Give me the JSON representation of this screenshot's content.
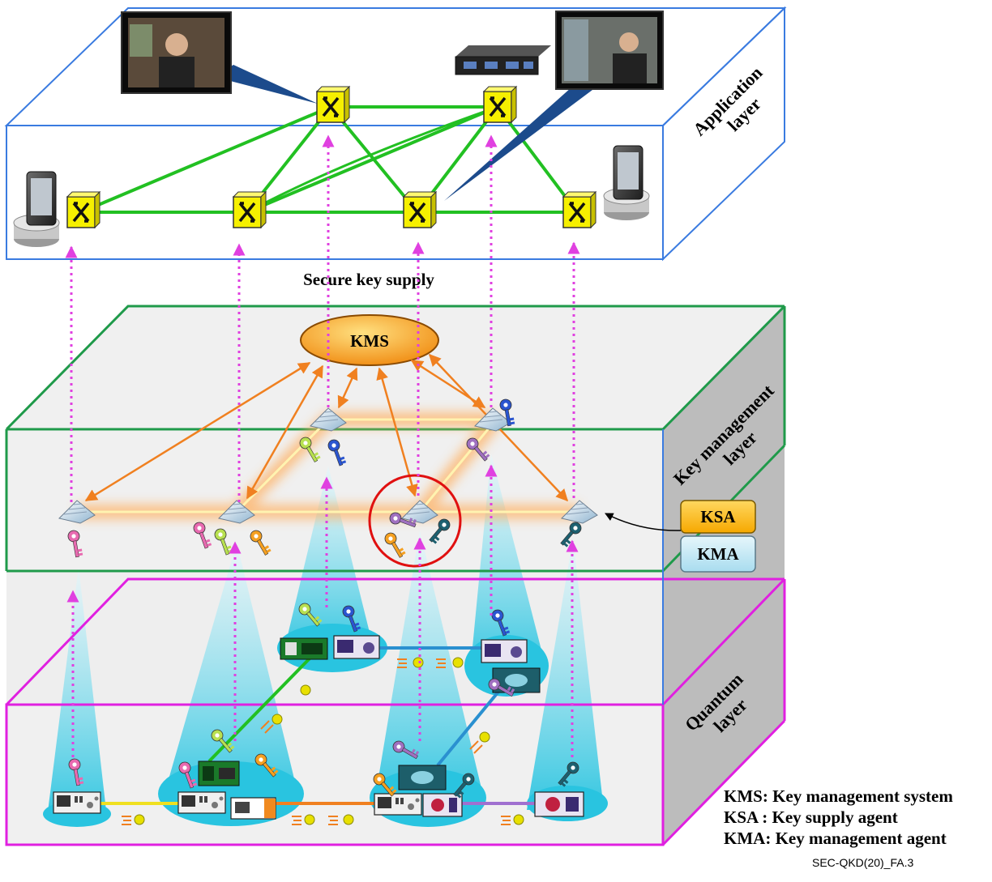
{
  "labels": {
    "application_layer_line1": "Application",
    "application_layer_line2": "layer",
    "key_management_layer_line1": "Key management",
    "key_management_layer_line2": "layer",
    "quantum_layer_line1": "Quantum",
    "quantum_layer_line2": "layer",
    "secure_key_supply": "Secure key supply",
    "kms": "KMS",
    "ksa": "KSA",
    "kma": "KMA"
  },
  "legend": [
    "KMS: Key management system",
    "KSA : Key supply agent",
    "KMA: Key management agent"
  ],
  "figure_id": "SEC-QKD(20)_FA.3",
  "colors": {
    "application_box": "#3a7be0",
    "key_mgmt_box": "#1f9a4a",
    "quantum_box": "#e020e0",
    "green_link": "#22c022",
    "orange_arrow": "#f08020",
    "magenta_dotted": "#e040e0",
    "kms_fill": "#f5a020",
    "ksa_fill": "#ffc020",
    "kma_fill": "#bfe6f5",
    "highlight_circle": "#e01010"
  },
  "icons": [
    "video-screen-icon",
    "optical-switch-icon",
    "smartphone-icon",
    "router-device-icon",
    "pyramid-agent-icon",
    "key-icon",
    "qkd-device-icon",
    "photon-icon"
  ]
}
